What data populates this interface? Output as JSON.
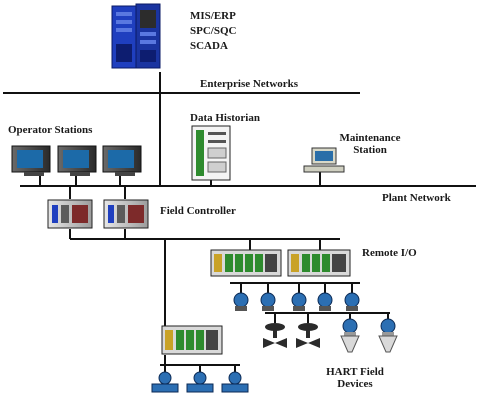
{
  "labels": {
    "mis_erp": "MIS/ERP",
    "spc_sqc": "SPC/SQC",
    "scada": "SCADA",
    "enterprise_networks": "Enterprise Networks",
    "operator_stations": "Operator Stations",
    "data_historian": "Data Historian",
    "maintenance_line1": "Maintenance",
    "maintenance_line2": "Station",
    "plant_network": "Plant Network",
    "field_controller": "Field Controller",
    "remote_io": "Remote I/O",
    "hart_line1": "HART Field",
    "hart_line2": "Devices"
  },
  "colors": {
    "line": "#111111",
    "server_blue": "#1f3fbf",
    "screen_blue": "#1c6aa8",
    "rack_gray": "#b8b8b8",
    "io_card_green": "#2e8b2e",
    "device_blue": "#2c6fb3",
    "valve_dark": "#2b2b2b",
    "monitor_dark": "#3a3a3a"
  },
  "icons": [
    "server-rack-icon",
    "operator-monitor-icon",
    "historian-server-icon",
    "maintenance-pc-icon",
    "controller-rack-icon",
    "remote-io-rack-icon",
    "transmitter-icon",
    "valve-icon",
    "level-sensor-icon",
    "flowmeter-icon"
  ]
}
